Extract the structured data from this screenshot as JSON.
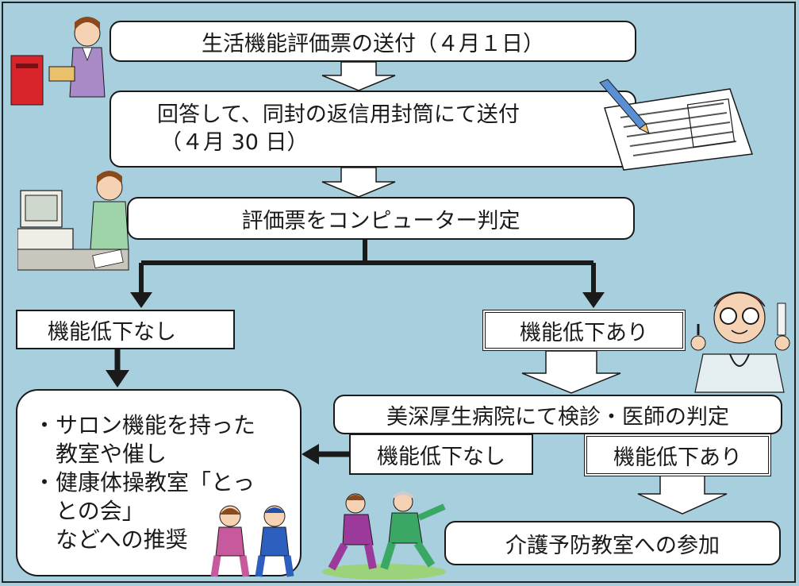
{
  "diagram": {
    "step1": "生活機能評価票の送付（４月１日）",
    "step2_line1": "回答して、同封の返信用封筒にて送付",
    "step2_line2": "（４月 30 日）",
    "step3": "評価票をコンピューター判定",
    "branch_left": "機能低下なし",
    "branch_right": "機能低下あり",
    "exam": "美深厚生病院にて検診・医師の判定",
    "exam_result_none": "機能低下なし",
    "exam_result_yes": "機能低下あり",
    "care_class": "介護予防教室への参加",
    "salon_line1": "・サロン機能を持った",
    "salon_line2": "　教室や催し",
    "salon_line3": "・健康体操教室「とっ",
    "salon_line4": "　との会」",
    "salon_line5": "　などへの推奨"
  },
  "colors": {
    "background": "#a8cfde",
    "box": "#ffffff",
    "line": "#1a1a1a"
  }
}
